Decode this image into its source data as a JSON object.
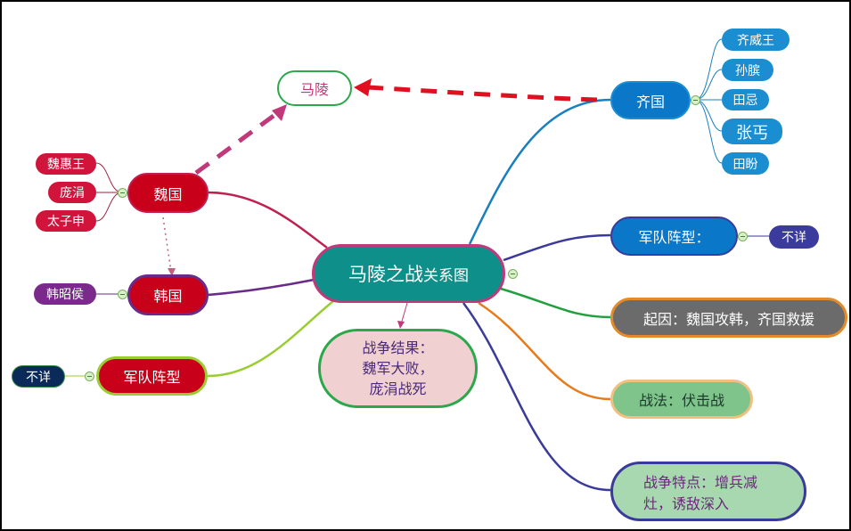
{
  "center": {
    "title_main": "马陵之战",
    "title_sub": "关系图"
  },
  "maling": "马陵",
  "qi": {
    "label": "齐国",
    "children": [
      "齐威王",
      "孙膑",
      "田忌",
      "张丐",
      "田盼"
    ]
  },
  "wei": {
    "label": "魏国",
    "children": [
      "魏惠王",
      "庞涓",
      "太子申"
    ]
  },
  "han": {
    "label": "韩国",
    "children": [
      "韩昭侯"
    ]
  },
  "formation_left": {
    "label": "军队阵型",
    "child": "不详"
  },
  "formation_right": {
    "label": "军队阵型：",
    "child": "不详"
  },
  "cause": "起因：魏国攻韩，齐国救援",
  "tactic": "战法：伏击战",
  "feature": {
    "line1": "战争特点：增兵减",
    "line2": "灶，诱敌深入"
  },
  "result": {
    "line1": "战争结果：",
    "line2": "魏军大败，",
    "line3": "庞涓战死"
  },
  "colors": {
    "qi": "#0a77c8",
    "wei": "#c8001a",
    "center": "#0e8f8a",
    "arrow": "#e01020"
  }
}
